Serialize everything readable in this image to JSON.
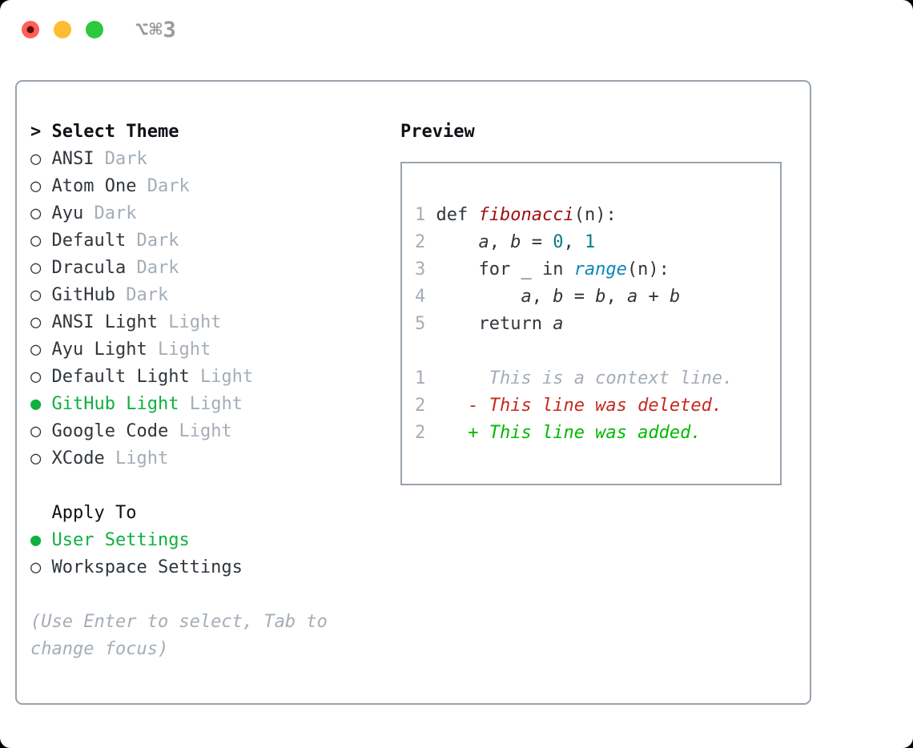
{
  "window": {
    "title": "⌥⌘3",
    "traffic_lights": [
      {
        "name": "close",
        "color": "#ff5f57",
        "has_unsaved_dot": true
      },
      {
        "name": "minimize",
        "color": "#febc2e"
      },
      {
        "name": "zoom",
        "color": "#2dc83d"
      }
    ]
  },
  "colors": {
    "ink": "#30363c",
    "heading": "#0e1116",
    "muted": "#a4adb6",
    "border": "#99a3ad",
    "accent_green": "#0fb040",
    "diff_red": "#c52a1d",
    "diff_green": "#00ba00",
    "code_fn": "#9c1111",
    "code_num": "#008080",
    "code_bi": "#0c87b8",
    "tl_red": "#ff5f57",
    "tl_red_dot": "#5a100c",
    "tl_yellow": "#febc2e",
    "tl_green": "#2dc83d",
    "title_text": "#9a9a9a"
  },
  "theme_picker": {
    "prompt": ">",
    "heading": "Select Theme",
    "radio_unselected": "○",
    "radio_selected": "●",
    "items": [
      {
        "name": "ANSI",
        "tag": "Dark",
        "selected": false
      },
      {
        "name": "Atom One",
        "tag": "Dark",
        "selected": false
      },
      {
        "name": "Ayu",
        "tag": "Dark",
        "selected": false
      },
      {
        "name": "Default",
        "tag": "Dark",
        "selected": false
      },
      {
        "name": "Dracula",
        "tag": "Dark",
        "selected": false
      },
      {
        "name": "GitHub",
        "tag": "Dark",
        "selected": false
      },
      {
        "name": "ANSI Light",
        "tag": "Light",
        "selected": false
      },
      {
        "name": "Ayu Light",
        "tag": "Light",
        "selected": false
      },
      {
        "name": "Default Light",
        "tag": "Light",
        "selected": false
      },
      {
        "name": "GitHub Light",
        "tag": "Light",
        "selected": true
      },
      {
        "name": "Google Code",
        "tag": "Light",
        "selected": false
      },
      {
        "name": "XCode",
        "tag": "Light",
        "selected": false
      }
    ]
  },
  "apply_to": {
    "heading": "Apply To",
    "options": [
      {
        "name": "User Settings",
        "selected": true
      },
      {
        "name": "Workspace Settings",
        "selected": false
      }
    ]
  },
  "help": {
    "lines": [
      "(Use Enter to select, Tab to",
      "change focus)"
    ]
  },
  "preview": {
    "heading": "Preview",
    "code_lines": [
      {
        "num": "1",
        "tokens": [
          [
            "def ",
            "kw"
          ],
          [
            "fibonacci",
            "fn"
          ],
          [
            "(n):",
            "pl"
          ]
        ]
      },
      {
        "num": "2",
        "tokens": [
          [
            "    ",
            "pl"
          ],
          [
            "a",
            "var"
          ],
          [
            ", ",
            "pl"
          ],
          [
            "b",
            "var"
          ],
          [
            " = ",
            "pl"
          ],
          [
            "0",
            "num"
          ],
          [
            ", ",
            "pl"
          ],
          [
            "1",
            "num"
          ]
        ]
      },
      {
        "num": "3",
        "tokens": [
          [
            "    for _ in ",
            "pl"
          ],
          [
            "range",
            "bi"
          ],
          [
            "(n):",
            "pl"
          ]
        ]
      },
      {
        "num": "4",
        "tokens": [
          [
            "        ",
            "pl"
          ],
          [
            "a",
            "var"
          ],
          [
            ", ",
            "pl"
          ],
          [
            "b",
            "var"
          ],
          [
            " = ",
            "pl"
          ],
          [
            "b",
            "var"
          ],
          [
            ", ",
            "pl"
          ],
          [
            "a",
            "var"
          ],
          [
            " + ",
            "pl"
          ],
          [
            "b",
            "var"
          ]
        ]
      },
      {
        "num": "5",
        "tokens": [
          [
            "    return ",
            "pl"
          ],
          [
            "a",
            "var"
          ]
        ]
      }
    ],
    "diff_lines": [
      {
        "num": "1",
        "marker": " ",
        "kind": "context",
        "text": "This is a context line."
      },
      {
        "num": "2",
        "marker": "-",
        "kind": "deletion",
        "text": "This line was deleted."
      },
      {
        "num": "2",
        "marker": "+",
        "kind": "addition",
        "text": "This line was added."
      }
    ]
  }
}
